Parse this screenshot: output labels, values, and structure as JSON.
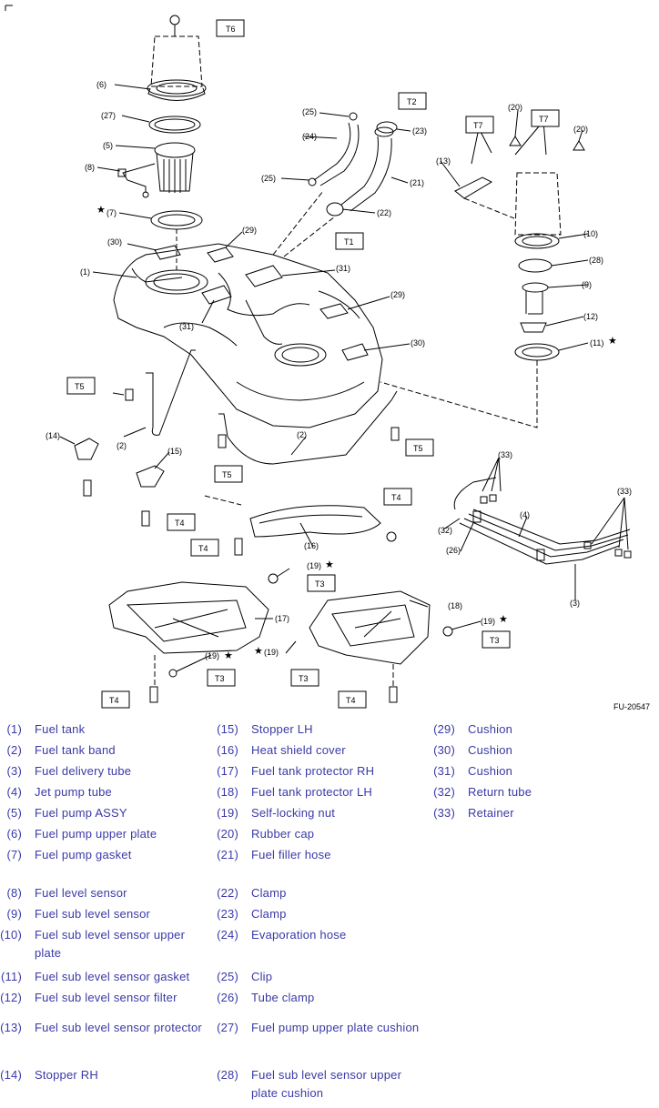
{
  "figure_code": "FU-20547",
  "callouts": {
    "c1": "(1)",
    "c2": "(2)",
    "c3": "(3)",
    "c4": "(4)",
    "c5": "(5)",
    "c6": "(6)",
    "c7": "(7)",
    "c8": "(8)",
    "c9": "(9)",
    "c10": "(10)",
    "c11": "(11)",
    "c12": "(12)",
    "c13": "(13)",
    "c14": "(14)",
    "c15": "(15)",
    "c16": "(16)",
    "c17": "(17)",
    "c18": "(18)",
    "c19": "(19)",
    "c20": "(20)",
    "c21": "(21)",
    "c22": "(22)",
    "c23": "(23)",
    "c24": "(24)",
    "c25": "(25)",
    "c26": "(26)",
    "c27": "(27)",
    "c28": "(28)",
    "c29": "(29)",
    "c30": "(30)",
    "c31": "(31)",
    "c32": "(32)",
    "c33": "(33)"
  },
  "torques": {
    "t1": "T1",
    "t2": "T2",
    "t3": "T3",
    "t4": "T4",
    "t5": "T5",
    "t6": "T6",
    "t7": "T7"
  },
  "star": "★",
  "legend": [
    {
      "num": "(1)",
      "text": "Fuel tank"
    },
    {
      "num": "(2)",
      "text": "Fuel tank band"
    },
    {
      "num": "(3)",
      "text": "Fuel delivery tube"
    },
    {
      "num": "(4)",
      "text": "Jet pump tube"
    },
    {
      "num": "(5)",
      "text": "Fuel pump ASSY"
    },
    {
      "num": "(6)",
      "text": "Fuel pump upper plate"
    },
    {
      "num": "(7)",
      "text": "Fuel pump gasket"
    },
    {
      "num": "(8)",
      "text": "Fuel level sensor"
    },
    {
      "num": "(9)",
      "text": "Fuel sub level sensor"
    },
    {
      "num": "(10)",
      "text": "Fuel sub level sensor upper plate"
    },
    {
      "num": "(11)",
      "text": "Fuel sub level sensor gasket"
    },
    {
      "num": "(12)",
      "text": "Fuel sub level sensor filter"
    },
    {
      "num": "(13)",
      "text": "Fuel sub level sensor protector"
    },
    {
      "num": "(14)",
      "text": "Stopper RH"
    },
    {
      "num": "(15)",
      "text": "Stopper LH"
    },
    {
      "num": "(16)",
      "text": "Heat shield cover"
    },
    {
      "num": "(17)",
      "text": "Fuel tank protector RH"
    },
    {
      "num": "(18)",
      "text": "Fuel tank protector LH"
    },
    {
      "num": "(19)",
      "text": "Self-locking nut"
    },
    {
      "num": "(20)",
      "text": "Rubber cap"
    },
    {
      "num": "(21)",
      "text": "Fuel filler hose"
    },
    {
      "num": "(22)",
      "text": "Clamp"
    },
    {
      "num": "(23)",
      "text": "Clamp"
    },
    {
      "num": "(24)",
      "text": "Evaporation hose"
    },
    {
      "num": "(25)",
      "text": "Clip"
    },
    {
      "num": "(26)",
      "text": "Tube clamp"
    },
    {
      "num": "(27)",
      "text": "Fuel pump upper plate cushion"
    },
    {
      "num": "(28)",
      "text": "Fuel sub level sensor upper plate cushion"
    },
    {
      "num": "(29)",
      "text": "Cushion"
    },
    {
      "num": "(30)",
      "text": "Cushion"
    },
    {
      "num": "(31)",
      "text": "Cushion"
    },
    {
      "num": "(32)",
      "text": "Return tube"
    },
    {
      "num": "(33)",
      "text": "Retainer"
    }
  ]
}
